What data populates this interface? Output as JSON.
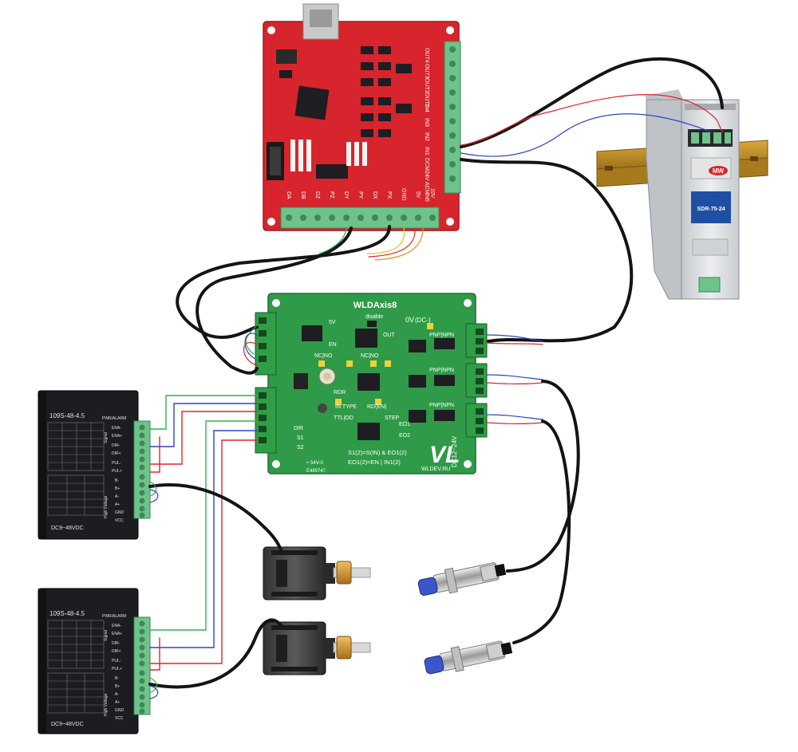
{
  "controller": {
    "outputs": [
      "OUT4",
      "OUT3",
      "OUT2",
      "OUT1"
    ],
    "inputs": [
      "IN4",
      "IN3",
      "IN2",
      "IN1"
    ],
    "power": [
      "DCM",
      "24V"
    ],
    "aux": [
      "ACM",
      "IN5"
    ],
    "bottom_pins": [
      "DA",
      "DB",
      "DZ",
      "PZ",
      "DY",
      "PY",
      "DX",
      "PX",
      "GND",
      "5V",
      "10V"
    ],
    "colors": {
      "board": "#d8242c",
      "terminal": "#6fc28a",
      "chip": "#1d1d22"
    }
  },
  "psu": {
    "model": "SDR-75-24",
    "brand": "MW",
    "colors": {
      "body": "#d7dade",
      "rail": "#b98a25",
      "label": "#1f4fa3"
    }
  },
  "wldaxis": {
    "title": "WLDAxis8",
    "labels": {
      "disable": "disable",
      "out": "OUT",
      "v5": "5V",
      "en": "EN",
      "ov": "0V",
      "dc": "(DC-)",
      "pnp1": "PNP|NPN",
      "pnp2": "PNP|NPN",
      "pnp3": "PNP|NPN",
      "ncno1": "NC|NO",
      "ncno2": "NC|NO",
      "rdr": "RDR",
      "in_type": "IN TYPE",
      "rd_en": "RD(EN)",
      "ttl_od": "TTL|OD",
      "step": "STEP",
      "eo1": "EO1",
      "eo2": "EO2",
      "dir": "DIR",
      "s1": "S1",
      "s2": "S2",
      "formula1": "S1(2)=S(IN) & EO1(2)",
      "formula2": "EO1(2)=EN | IN1(2)",
      "dc_range": "DC12~24V",
      "v54": "+ 54V-0",
      "logo": "VL",
      "site": "WLDEV.RU",
      "cert": "E489747"
    },
    "colors": {
      "board": "#2f9a48",
      "terminal": "#2f9e46",
      "silk": "#ffffff"
    }
  },
  "driver1": {
    "model": "109S-48-4.5",
    "signal_pins": [
      "ENA-",
      "ENA+",
      "DIR-",
      "DIR+",
      "PUL-",
      "PUL+"
    ],
    "power_pins": [
      "B-",
      "B+",
      "A-",
      "A+",
      "GND",
      "VCC"
    ],
    "group_signal": "Signal",
    "group_power": "High Voltage",
    "supply": "DC9~48VDC",
    "alarm": "PWR/ALARM"
  },
  "driver2": {
    "model": "109S-48-4.5",
    "signal_pins": [
      "ENA-",
      "ENA+",
      "DIR-",
      "DIR+",
      "PUL-",
      "PUL+"
    ],
    "power_pins": [
      "B-",
      "B+",
      "A-",
      "A+",
      "GND",
      "VCC"
    ],
    "group_signal": "Signal",
    "group_power": "High Voltage",
    "supply": "DC9~48VDC",
    "alarm": "PWR/ALARM"
  },
  "icons": {
    "motor": "stepper-motor-icon",
    "sensor": "inductive-proximity-sensor-icon",
    "psu": "din-rail-power-supply-icon"
  },
  "wire_colors": {
    "black": "#141414",
    "red": "#e0262a",
    "green": "#2fb34a",
    "blue": "#2a45c8",
    "orange": "#f08a1a",
    "yellow": "#e6c419"
  }
}
